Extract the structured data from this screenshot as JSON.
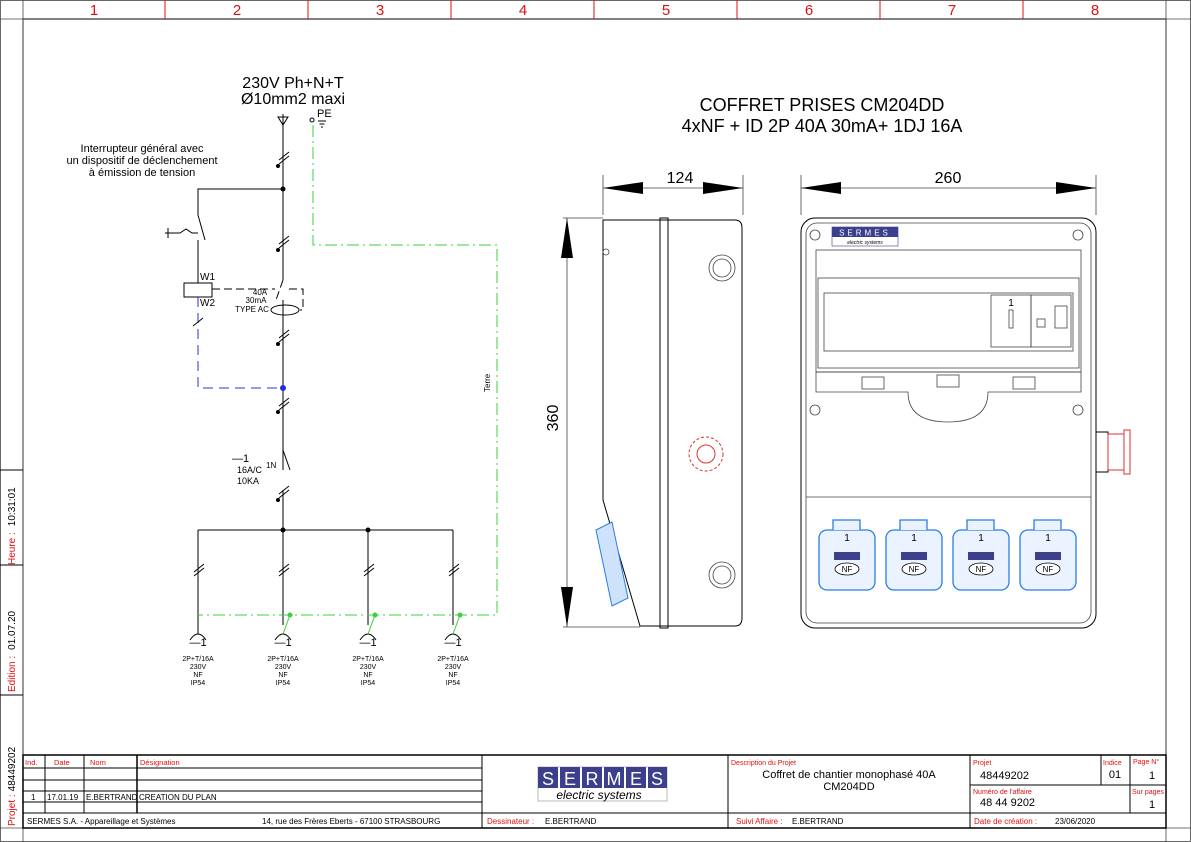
{
  "frame": {
    "columns": [
      "1",
      "2",
      "3",
      "4",
      "5",
      "6",
      "7",
      "8"
    ],
    "margin": {
      "heure_label": "Heure :",
      "heure_value": "10:31:01",
      "edition_label": "Edition :",
      "edition_value": "01.07.20",
      "projet_label": "Projet :",
      "projet_value": "48449202"
    }
  },
  "schematic": {
    "supply_line1": "230V Ph+N+T",
    "supply_line2": "Ø10mm2 maxi",
    "pe_label": "PE",
    "note_line1": "Interrupteur général avec",
    "note_line2": "un dispositif de déclenchement",
    "note_line3": "à émission de tension",
    "coil_w1": "W1",
    "coil_w2": "W2",
    "rcd_line1": "40A",
    "rcd_line2": "30mA",
    "rcd_line3": "TYPE AC",
    "breaker_ref": "—1",
    "breaker_poles": "1N",
    "breaker_line1": "16A/C",
    "breaker_line2": "10KA",
    "earth_label": "Terre",
    "outlets": [
      {
        "ref": "—1",
        "l1": "2P+T/16A",
        "l2": "230V",
        "l3": "NF",
        "l4": "IP54"
      },
      {
        "ref": "—1",
        "l1": "2P+T/16A",
        "l2": "230V",
        "l3": "NF",
        "l4": "IP54"
      },
      {
        "ref": "—1",
        "l1": "2P+T/16A",
        "l2": "230V",
        "l3": "NF",
        "l4": "IP54"
      },
      {
        "ref": "—1",
        "l1": "2P+T/16A",
        "l2": "230V",
        "l3": "NF",
        "l4": "IP54"
      }
    ]
  },
  "drawing": {
    "title_line1": "COFFRET PRISES CM204DD",
    "title_line2": "4xNF + ID 2P 40A 30mA+ 1DJ 16A",
    "dim_depth": "124",
    "dim_width": "260",
    "dim_height": "360",
    "logo_small": "SERMES",
    "logo_small_sub": "electric systems",
    "module_label": "1",
    "socket_labels": [
      "1",
      "1",
      "1",
      "1"
    ],
    "socket_type": "NF"
  },
  "title_block": {
    "headers": {
      "ind": "Ind.",
      "date": "Date",
      "nom": "Nom",
      "designation": "Désignation"
    },
    "revisions": [
      {
        "ind": "1",
        "date": "17.01.19",
        "nom": "E.BERTRAND",
        "designation": "CREATION DU PLAN"
      }
    ],
    "company": "SERMES S.A. - Appareillage et Systèmes",
    "address": "14, rue des Frères Eberts - 67100 STRASBOURG",
    "logo_letters": [
      "S",
      "E",
      "R",
      "M",
      "E",
      "S"
    ],
    "logo_sub": "electric systems",
    "dessinateur_label": "Dessinateur :",
    "dessinateur": "E.BERTRAND",
    "description_label": "Description du Projet",
    "description_line1": "Coffret de chantier monophasé 40A",
    "description_line2": "CM204DD",
    "suivi_label": "Suivi Affaire :",
    "suivi": "E.BERTRAND",
    "projet_label": "Projet",
    "projet": "48449202",
    "indice_label": "Indice",
    "indice": "01",
    "page_label": "Page N°",
    "page": "1",
    "affaire_label": "Numéro de l'affaire",
    "affaire": "48 44 9202",
    "surpages_label": "Sur pages",
    "surpages": "1",
    "creation_label": "Date de création :",
    "creation": "23/06/2020"
  },
  "colors": {
    "label_red": "#e01010",
    "earth_green": "#3ad13a",
    "control_blue": "#2030e0",
    "socket_blue": "#2a7de8",
    "logo_navy": "#3b3f8c"
  }
}
